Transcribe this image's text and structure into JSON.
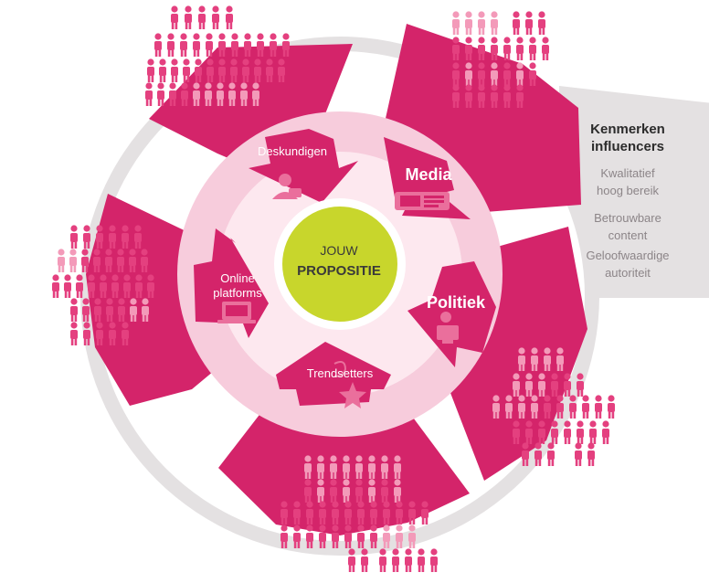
{
  "center": {
    "line1": "JOUW",
    "line2": "PROPOSITIE"
  },
  "segments": [
    {
      "label": "Deskundigen",
      "icon": "expert-icon"
    },
    {
      "label": "Media",
      "icon": "newspaper-icon"
    },
    {
      "label": "Politiek",
      "icon": "speaker-podium-icon"
    },
    {
      "label": "Trendsetters",
      "icon": "star-icon"
    },
    {
      "label_line1": "Online",
      "label_line2": "platforms",
      "icon": "laptop-icon"
    }
  ],
  "panel": {
    "title_line1": "Kenmerken",
    "title_line2": "influencers",
    "items": [
      {
        "line1": "Kwalitatief",
        "line2": "hoog bereik"
      },
      {
        "line1": "Betrouwbare",
        "line2": "content"
      },
      {
        "line1": "Geloofwaardige",
        "line2": "autoriteit"
      }
    ]
  },
  "colors": {
    "magenta": "#d4246a",
    "magenta_light": "#e05c91",
    "ring_grey": "#e4e1e2",
    "pink_soft": "#f7ccdc",
    "pink_pale": "#fde8ef",
    "center_lime": "#c8d62c",
    "people": "#e4407f",
    "people_light": "#f39ab9"
  }
}
